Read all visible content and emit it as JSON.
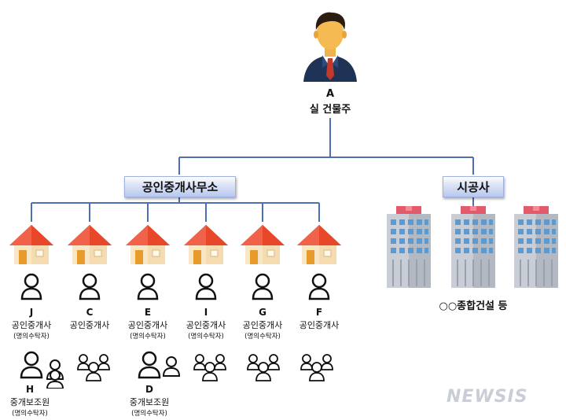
{
  "owner": {
    "letter": "A",
    "role": "실 건물주"
  },
  "branches": {
    "broker_office": "공인중개사무소",
    "builder": "시공사"
  },
  "offices": [
    {
      "letter": "J",
      "role": "공인중개사",
      "note": "(명의수탁자)"
    },
    {
      "letter": "C",
      "role": "공인중개사",
      "note": ""
    },
    {
      "letter": "E",
      "role": "공인중개사",
      "note": "(명의수탁자)"
    },
    {
      "letter": "I",
      "role": "공인중개사",
      "note": "(명의수탁자)"
    },
    {
      "letter": "G",
      "role": "공인중개사",
      "note": "(명의수탁자)"
    },
    {
      "letter": "F",
      "role": "공인중개사",
      "note": ""
    }
  ],
  "assistants": [
    {
      "letter": "H",
      "role": "중개보조원",
      "note": "(명의수탁자)"
    },
    {
      "letter": "D",
      "role": "중개보조원",
      "note": "(명의수탁자)"
    }
  ],
  "builder_company": "○○종합건설 등",
  "watermark": "NEWSIS",
  "colors": {
    "connector": "#4f6fb4",
    "roof": "#e8472a",
    "building": "#5b9bd5",
    "building_top": "#e25a6c"
  }
}
